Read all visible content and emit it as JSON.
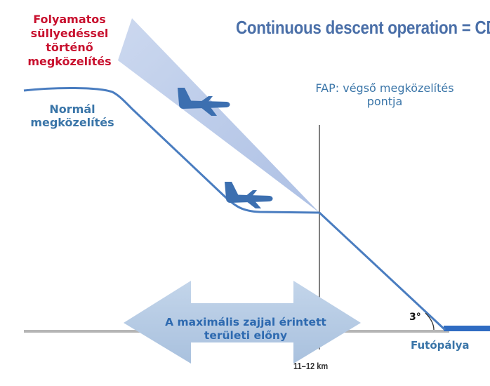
{
  "title": "Continuous descent operation = CD",
  "cdo_label": "Folyamatos\nsüllyedéssel\ntörténő\nmegközelítés",
  "normal_label": "Normál\nmegközelítés",
  "fap_label": "FAP: végső megközelítés\npontja",
  "arrow_text": "A maximális zajjal érintett\nterületi előny",
  "angle_label": "3°",
  "runway_label": "Futópálya",
  "distance_label": "11–12 km",
  "colors": {
    "cdo_wedge": "#b9c9e8",
    "aircraft": "#3c6fb0",
    "glide_path": "#4a7dc0",
    "arrow": "#b6cbe4",
    "ground": "#b5b5b5",
    "runway": "#2f6cc2",
    "cdo_text": "#c8102e"
  },
  "icons": [
    "airplane-icon",
    "airplane-icon",
    "double-arrow"
  ]
}
